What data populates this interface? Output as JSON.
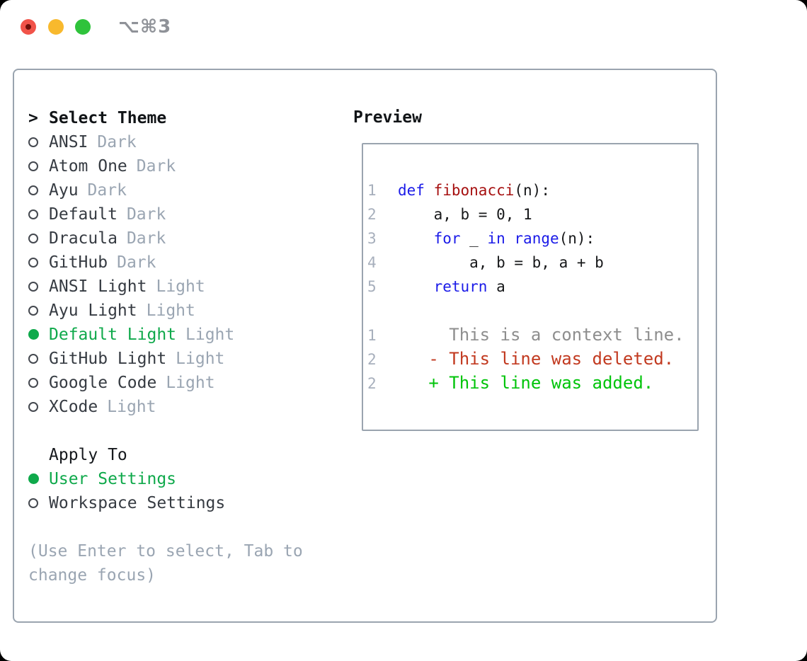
{
  "titlebar": {
    "shortcut": "⌥⌘3"
  },
  "select_theme": {
    "prompt": ">",
    "title": "Select Theme",
    "items": [
      {
        "name": "ANSI",
        "suffix": "Dark",
        "selected": false
      },
      {
        "name": "Atom One",
        "suffix": "Dark",
        "selected": false
      },
      {
        "name": "Ayu",
        "suffix": "Dark",
        "selected": false
      },
      {
        "name": "Default",
        "suffix": "Dark",
        "selected": false
      },
      {
        "name": "Dracula",
        "suffix": "Dark",
        "selected": false
      },
      {
        "name": "GitHub",
        "suffix": "Dark",
        "selected": false
      },
      {
        "name": "ANSI Light",
        "suffix": "Light",
        "selected": false
      },
      {
        "name": "Ayu Light",
        "suffix": "Light",
        "selected": false
      },
      {
        "name": "Default Light",
        "suffix": "Light",
        "selected": true
      },
      {
        "name": "GitHub Light",
        "suffix": "Light",
        "selected": false
      },
      {
        "name": "Google Code",
        "suffix": "Light",
        "selected": false
      },
      {
        "name": "XCode",
        "suffix": "Light",
        "selected": false
      }
    ]
  },
  "apply_to": {
    "title": "Apply To",
    "options": [
      {
        "name": "User Settings",
        "selected": true
      },
      {
        "name": "Workspace Settings",
        "selected": false
      }
    ]
  },
  "hint": [
    "(Use Enter to select, Tab to",
    "change focus)"
  ],
  "preview": {
    "title": "Preview",
    "lines": [
      {
        "num": "1",
        "tokens": [
          {
            "t": "def",
            "c": "kw"
          },
          {
            "t": " ",
            "c": "pl"
          },
          {
            "t": "fibonacci",
            "c": "fn"
          },
          {
            "t": "(n):",
            "c": "pl"
          }
        ]
      },
      {
        "num": "2",
        "tokens": [
          {
            "t": "    a, b = 0, 1",
            "c": "pl"
          }
        ]
      },
      {
        "num": "3",
        "tokens": [
          {
            "t": "    ",
            "c": "pl"
          },
          {
            "t": "for",
            "c": "kw"
          },
          {
            "t": " _ ",
            "c": "pl"
          },
          {
            "t": "in",
            "c": "kw"
          },
          {
            "t": " ",
            "c": "pl"
          },
          {
            "t": "range",
            "c": "kw"
          },
          {
            "t": "(n):",
            "c": "pl"
          }
        ]
      },
      {
        "num": "4",
        "tokens": [
          {
            "t": "        a, b = b, a + b",
            "c": "pl"
          }
        ]
      },
      {
        "num": "5",
        "tokens": [
          {
            "t": "    ",
            "c": "pl"
          },
          {
            "t": "return",
            "c": "kw"
          },
          {
            "t": " a",
            "c": "pl"
          }
        ]
      },
      {
        "num": "",
        "tokens": []
      },
      {
        "num": "1",
        "tokens": [
          {
            "t": "     This is a context line.",
            "c": "ctx"
          }
        ]
      },
      {
        "num": "2",
        "tokens": [
          {
            "t": "   - This line was deleted.",
            "c": "del"
          }
        ]
      },
      {
        "num": "2",
        "tokens": [
          {
            "t": "   + This line was added.",
            "c": "add"
          }
        ]
      }
    ]
  },
  "colors": {
    "selected_green": "#0FA94B",
    "added_green": "#00C40A",
    "deleted_red": "#C23A20",
    "keyword_blue": "#1B1BE8",
    "function_red": "#A61010",
    "context_gray": "#8E8E8E",
    "muted_gray": "#9AA5B2",
    "border_gray": "#9AA4AF"
  }
}
